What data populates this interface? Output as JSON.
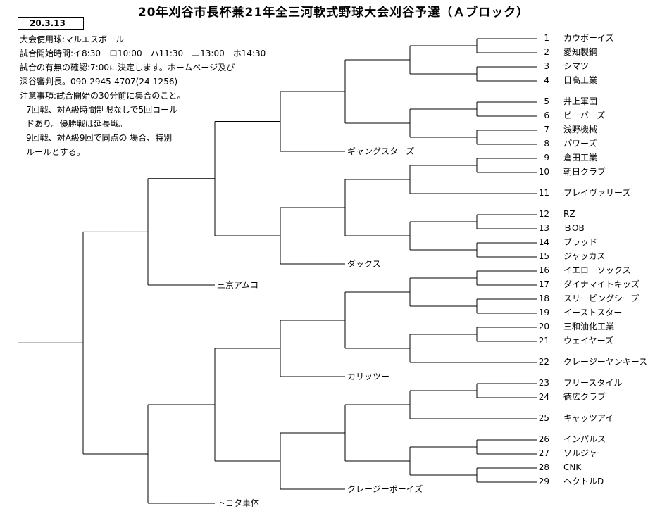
{
  "title": "20年刈谷市長杯兼21年全三河軟式野球大会刈谷予選（Ａブロック）",
  "date": "20.3.13",
  "notes": [
    "大会使用球:マルエスボール",
    "試合開始時間:イ8:30　ロ10:00　ハ11:30　ニ13:00　ホ14:30",
    "試合の有無の確認:7:00に決定します。ホームページ及び",
    "深谷審判長。090-2945-4707(24-1256)",
    "注意事項:試合開始の30分前に集合のこと。",
    "7回戦、対A級時間制限なしで5回コール",
    "ドあり。優勝戦は延長戦。",
    "9回戦、対A級9回で同点の 場合、特別",
    "ルールとする。"
  ],
  "teams": [
    {
      "num": "1",
      "name": "カウボーイズ"
    },
    {
      "num": "2",
      "name": "愛知製鋼"
    },
    {
      "num": "3",
      "name": "シマツ"
    },
    {
      "num": "4",
      "name": "日高工業"
    },
    {
      "num": "5",
      "name": "井上軍団"
    },
    {
      "num": "6",
      "name": "ビーバーズ"
    },
    {
      "num": "7",
      "name": "浅野機械"
    },
    {
      "num": "8",
      "name": "パワーズ"
    },
    {
      "num": "9",
      "name": "倉田工業"
    },
    {
      "num": "10",
      "name": "朝日クラブ"
    },
    {
      "num": "11",
      "name": "ブレイヴァリーズ"
    },
    {
      "num": "12",
      "name": "RZ"
    },
    {
      "num": "13",
      "name": "ＢOB"
    },
    {
      "num": "14",
      "name": "ブラッド"
    },
    {
      "num": "15",
      "name": "ジャッカス"
    },
    {
      "num": "16",
      "name": "イエローソックス"
    },
    {
      "num": "17",
      "name": "ダイナマイトキッズ"
    },
    {
      "num": "18",
      "name": "スリーピングシープ"
    },
    {
      "num": "19",
      "name": "イーストスター"
    },
    {
      "num": "20",
      "name": "三和油化工業"
    },
    {
      "num": "21",
      "name": "ウェイヤーズ"
    },
    {
      "num": "22",
      "name": "クレージーヤンキース"
    },
    {
      "num": "23",
      "name": "フリースタイル"
    },
    {
      "num": "24",
      "name": "徳広クラブ"
    },
    {
      "num": "25",
      "name": "キャッツアイ"
    },
    {
      "num": "26",
      "name": "インパルス"
    },
    {
      "num": "27",
      "name": "ソルジャー"
    },
    {
      "num": "28",
      "name": "CNK"
    },
    {
      "num": "29",
      "name": "ヘクトルD"
    }
  ],
  "winners": [
    "ギャングスターズ",
    "ダックス",
    "カリッツー",
    "クレージーボーイズ",
    "三京アムコ",
    "トヨタ車体"
  ]
}
